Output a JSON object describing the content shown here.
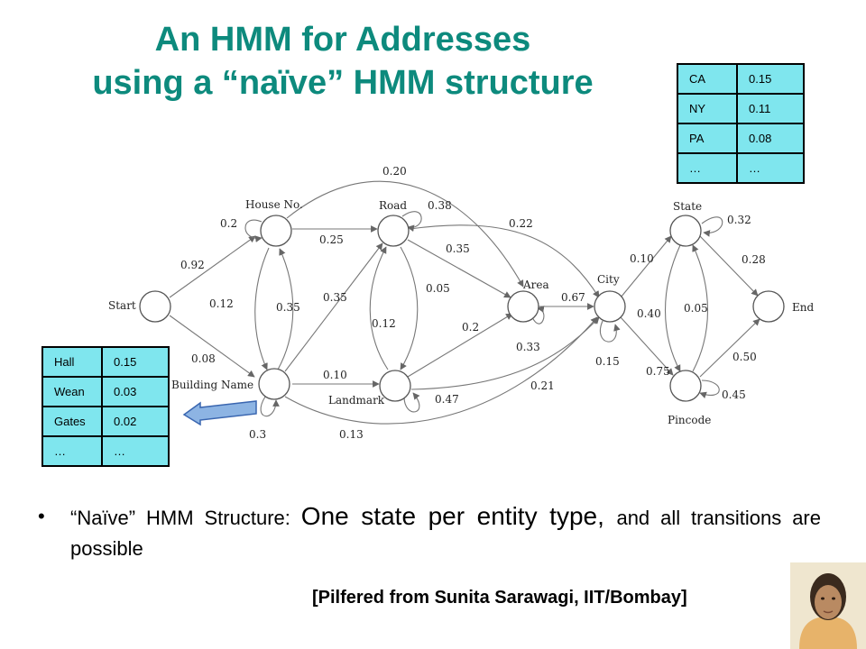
{
  "title": {
    "line1": "An HMM for Addresses",
    "line2": "using a “naïve” HMM structure"
  },
  "states": {
    "start": "Start",
    "house_no": "House No.",
    "building_name": "Building Name",
    "road": "Road",
    "landmark": "Landmark",
    "area": "Area",
    "city": "City",
    "state": "State",
    "pincode": "Pincode",
    "end": "End"
  },
  "transitions": {
    "start_house": "0.92",
    "start_building": "0.08",
    "house_self": "0.2",
    "house_road": "0.25",
    "house_area": "0.20",
    "house_building": "0.12",
    "building_house": "0.35",
    "building_self": "0.3",
    "building_road": "0.35",
    "building_landmark": "0.10",
    "building_city": "0.13",
    "road_self": "0.38",
    "road_city": "0.22",
    "road_area": "0.35",
    "road_landmark": "0.05",
    "landmark_road": "0.12",
    "landmark_area": "0.2",
    "landmark_self": "0.47",
    "landmark_city": "0.21",
    "area_city": "0.67",
    "area_self": "0.33",
    "city_state": "0.10",
    "city_pincode": "0.75",
    "city_self": "0.15",
    "state_pincode": "0.40",
    "pincode_state": "0.05",
    "state_self": "0.32",
    "state_end": "0.28",
    "pincode_end": "0.50",
    "pincode_self": "0.45"
  },
  "state_table": {
    "rows": [
      [
        "CA",
        "0.15"
      ],
      [
        "NY",
        "0.11"
      ],
      [
        "PA",
        "0.08"
      ],
      [
        "…",
        "…"
      ]
    ]
  },
  "building_table": {
    "rows": [
      [
        "Hall",
        "0.15"
      ],
      [
        "Wean",
        "0.03"
      ],
      [
        "Gates",
        "0.02"
      ],
      [
        "…",
        "…"
      ]
    ]
  },
  "bullet": {
    "symbol": "•",
    "part1": "“Naïve” HMM Structure: ",
    "part2": "One state per entity type, ",
    "part3": "and all transitions are possible"
  },
  "credit": "[Pilfered from Sunita Sarawagi, IIT/Bombay]",
  "colors": {
    "title": "#0d8a7d",
    "table_fill": "#7fe6ee",
    "arrow_fill": "#8db4e3",
    "arrow_stroke": "#3a66b0"
  }
}
